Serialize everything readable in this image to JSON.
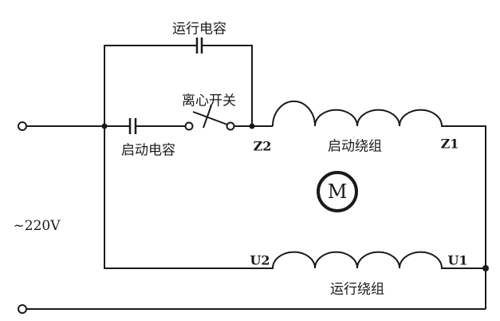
{
  "labels": {
    "run_capacitor": "运行电容",
    "centrifugal_switch": "离心开关",
    "start_capacitor": "启动电容",
    "start_winding": "启动绕组",
    "run_winding": "运行绕组",
    "z1": "Z1",
    "z2": "Z2",
    "u1": "U1",
    "u2": "U2",
    "voltage": "~220V",
    "motor": "M"
  }
}
